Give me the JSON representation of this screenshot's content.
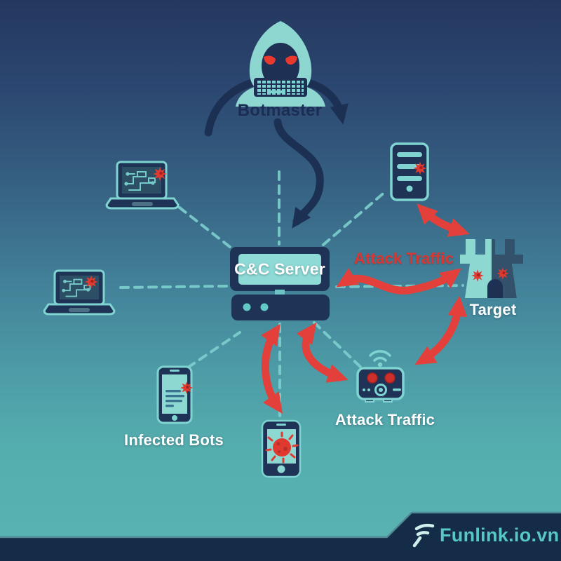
{
  "labels": {
    "botmaster": "Botmaster",
    "cc_server": "C&C Server",
    "attack_traffic_red": "Attack Traffic",
    "attack_traffic_white": "Attack Traffic",
    "infected_bots": "Infected Bots",
    "target": "Target"
  },
  "branding": {
    "logo_text": "Funlink.io.vn"
  },
  "icons": {
    "hacker": "hooded-hacker-icon",
    "cc_server": "cc-server-icon",
    "laptop": "infected-laptop-icon",
    "smartphone": "infected-phone-icon",
    "router": "router-icon",
    "server_tower": "server-tower-icon",
    "castle": "target-castle-icon",
    "virus": "virus-splat-icon",
    "wifi": "wifi-signal-icon",
    "funlink_f": "funlink-f-icon"
  },
  "colors": {
    "background_top": "#24385f",
    "background_bottom": "#58b3b2",
    "device_navy": "#1e3356",
    "device_teal": "#85d6d2",
    "screen_teal": "#8edad6",
    "attack_red": "#e4403b",
    "label_red": "#d93732",
    "dark_arrow": "#1c3054",
    "footer_navy": "#142c47",
    "brand_teal": "#58c8c7"
  }
}
